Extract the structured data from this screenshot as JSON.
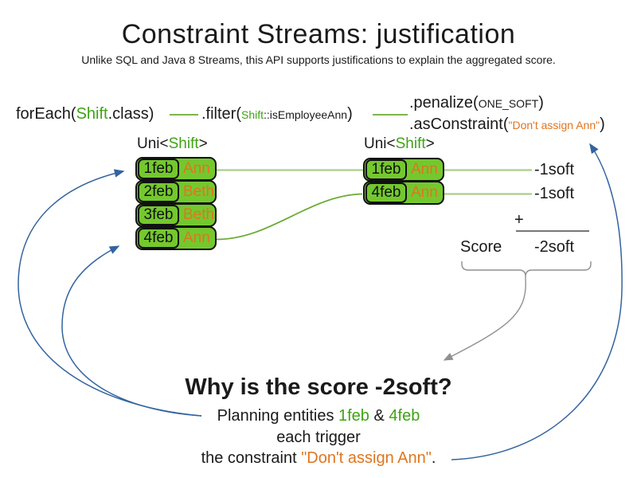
{
  "colors": {
    "green-text": "#3fa315",
    "green-fill": "#74c82e",
    "green-line": "#a9cf8b",
    "green-curve": "#69ab33",
    "orange": "#e0751f",
    "blue": "#33639f",
    "gray": "#909090",
    "dark": "#1a1a1a"
  },
  "header": {
    "title": "Constraint Streams: justification",
    "subtitle": "Unlike SQL and Java 8 Streams, this API supports justifications to explain the aggregated score."
  },
  "code": {
    "foreach": {
      "prefix": "forEach(",
      "type_token": "Shift",
      "suffix": ".class)"
    },
    "filter": {
      "prefix": ".filter(",
      "type_token": "Shift",
      "method_ref": "::isEmployeeAnn",
      "suffix": ")"
    },
    "penalize": {
      "prefix": ".penalize(",
      "arg": "ONE_SOFT",
      "suffix": ")"
    },
    "as_constraint": {
      "prefix": ".asConstraint(",
      "arg": "\"Don't assign Ann\"",
      "suffix": ")"
    }
  },
  "uni_label": {
    "prefix": "Uni<",
    "type": "Shift",
    "suffix": ">"
  },
  "left_table": {
    "rows": [
      {
        "date": "1feb",
        "name": "Ann"
      },
      {
        "date": "2feb",
        "name": "Beth"
      },
      {
        "date": "3feb",
        "name": "Beth"
      },
      {
        "date": "4feb",
        "name": "Ann"
      }
    ]
  },
  "right_table": {
    "rows": [
      {
        "date": "1feb",
        "name": "Ann"
      },
      {
        "date": "4feb",
        "name": "Ann"
      }
    ]
  },
  "penalties": [
    "-1soft",
    "-1soft"
  ],
  "score": {
    "plus": "+",
    "label": "Score",
    "value": "-2soft"
  },
  "explanation": {
    "question": "Why is the score -2soft?",
    "line1_prefix": "Planning entities ",
    "entity1": "1feb",
    "line1_amp": " & ",
    "entity2": "4feb",
    "line2": "each trigger",
    "line3_prefix": "the constraint ",
    "constraint_name": "\"Don't assign Ann\"",
    "line3_suffix": "."
  }
}
